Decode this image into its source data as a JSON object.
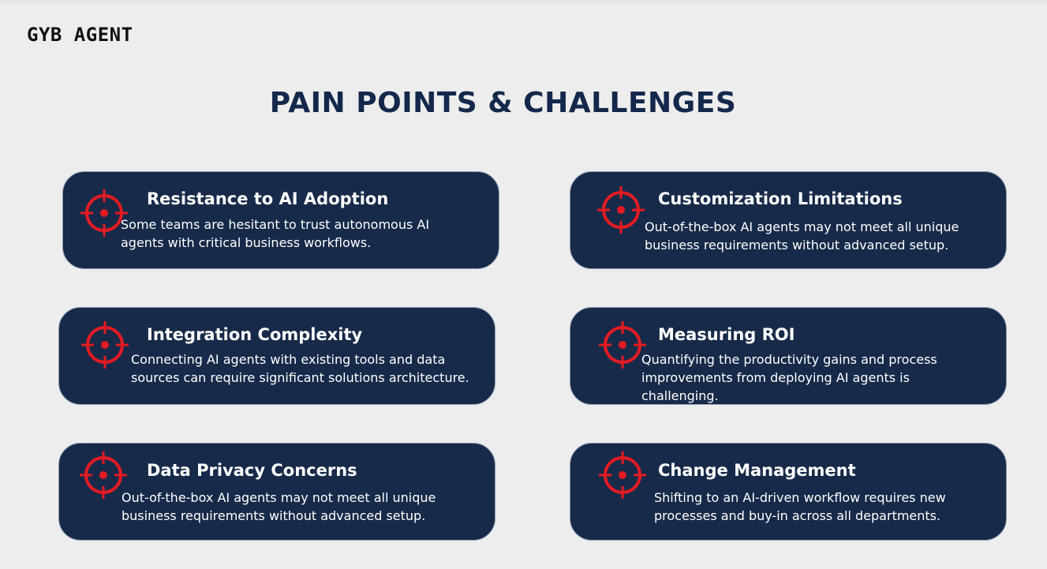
{
  "brand": {
    "logo_text": "GYB AGENT"
  },
  "page": {
    "title": "PAIN POINTS & CHALLENGES"
  },
  "theme": {
    "card_bg": "#172a49",
    "title_color": "#14284b",
    "icon_color": "#e31b23"
  },
  "cards": [
    {
      "icon": "target-crosshair-icon",
      "title": "Resistance to AI Adoption",
      "description": "Some teams are hesitant to trust autonomous AI agents with critical business workflows."
    },
    {
      "icon": "target-crosshair-icon",
      "title": "Customization Limitations",
      "description": "Out-of-the-box AI agents may not meet all unique business requirements without advanced setup."
    },
    {
      "icon": "target-crosshair-icon",
      "title": "Integration Complexity",
      "description": "Connecting AI agents with existing tools and data sources can require significant solutions architecture."
    },
    {
      "icon": "target-crosshair-icon",
      "title": "Measuring ROI",
      "description": "Quantifying the productivity gains and process improvements from deploying AI agents is challenging."
    },
    {
      "icon": "target-crosshair-icon",
      "title": "Data Privacy Concerns",
      "description": "Out-of-the-box AI agents may not meet all unique business requirements without advanced setup."
    },
    {
      "icon": "target-crosshair-icon",
      "title": "Change Management",
      "description": "Shifting to an AI-driven workflow requires new processes and buy-in across all departments."
    }
  ]
}
